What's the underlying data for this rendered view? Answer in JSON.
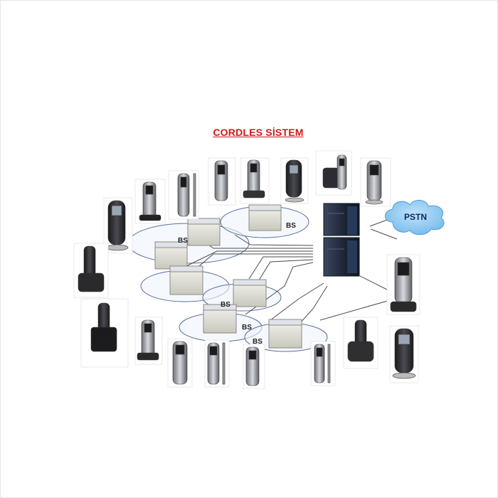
{
  "title": "CORDLES SİSTEM",
  "cloud_label": "PSTN",
  "base_station_label": "BS",
  "colors": {
    "title": "#d01818",
    "cloud": "#7fc4f0",
    "ellipse_fill": "#eef3fb",
    "ellipse_stroke": "#5a6f9a",
    "pbx": "#1d2738"
  },
  "icons": [
    "cordless-phone-icon",
    "base-station-icon",
    "pbx-server-icon",
    "cloud-icon"
  ]
}
